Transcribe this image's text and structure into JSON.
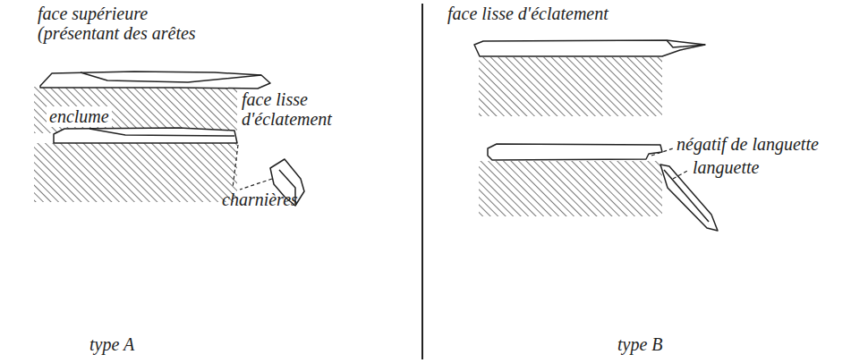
{
  "diagram": {
    "nodes": [
      {
        "text": [
          "enclume"
        ]
      }
    ],
    "labels": [
      "face supérieure (présentant des arêtes",
      "face lisse d'éclatement",
      "charnières",
      "type A",
      "face lisse d'éclatement",
      "négatif de languette",
      "languette",
      "type B"
    ]
  }
}
